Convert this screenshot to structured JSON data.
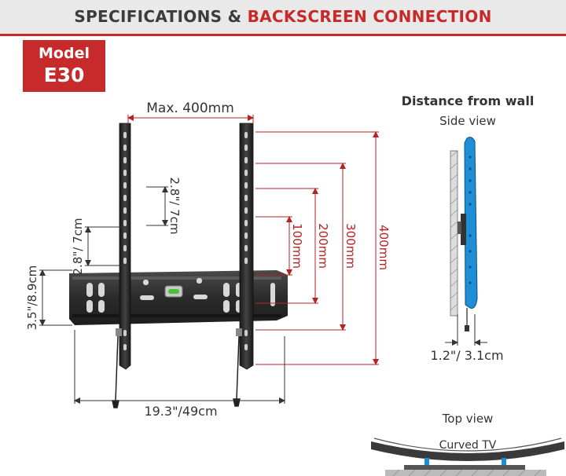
{
  "header": {
    "title_part1": "SPECIFICATIONS & ",
    "title_part2": "BACKSCREEN CONNECTION"
  },
  "model": {
    "label": "Model",
    "name": "E30"
  },
  "front_view": {
    "max_spacing": "Max. 400mm",
    "vertical_dims": [
      "100mm",
      "200mm",
      "300mm",
      "400mm"
    ],
    "slot_dim_upper": "2.8\"/ 7cm",
    "slot_dim_lower": "2.8\"/ 7cm",
    "plate_height": "3.5\"/8.9cm",
    "width": "19.3\"/49cm"
  },
  "side_view": {
    "title": "Distance from wall",
    "subtitle": "Side view",
    "distance": "1.2\"/ 3.1cm"
  },
  "top_view": {
    "title": "Top view",
    "tv_label": "Curved TV"
  },
  "colors": {
    "accent_red": "#c62a2a",
    "dimension_red": "#b32323",
    "tv_blue": "#1e8fd6",
    "bracket": "#2a2a2a",
    "level_green": "#49c23a"
  }
}
